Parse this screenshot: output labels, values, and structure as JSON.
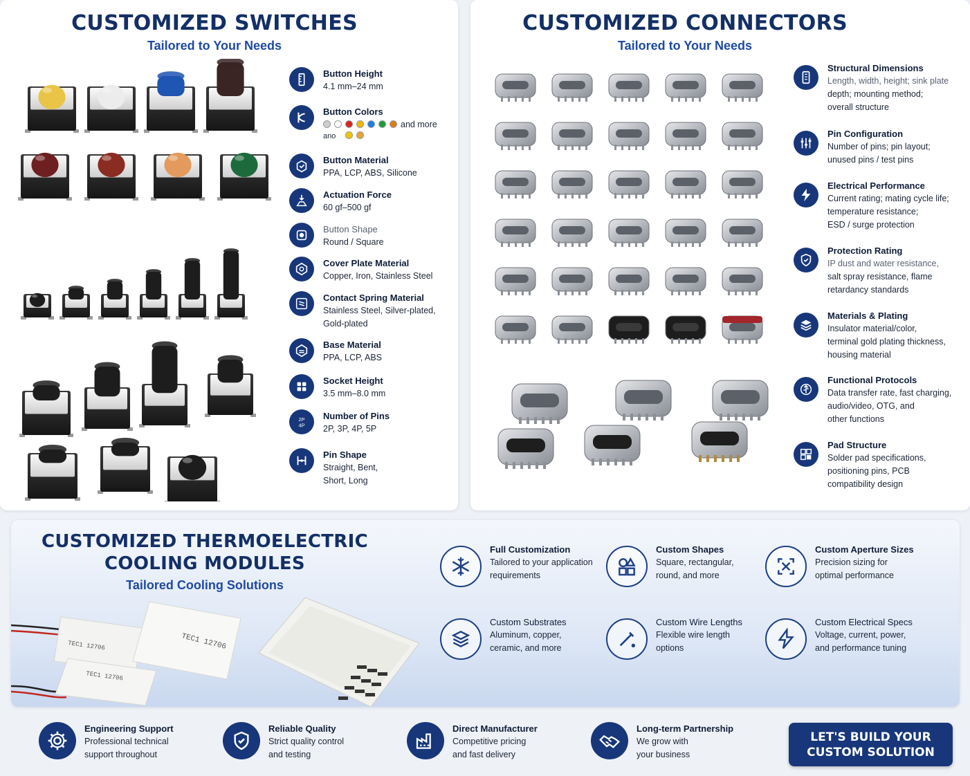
{
  "switches": {
    "title": "CUSTOMIZED SWITCHES",
    "subtitle": "Tailored to Your Needs",
    "features": [
      {
        "heading": "Button Height",
        "text": "4.1 mm–24 mm",
        "icon": "ruler-icon"
      },
      {
        "heading": "Button Colors",
        "text": "and more",
        "icon": "palette-icon"
      },
      {
        "heading": "Button Material",
        "text": "PPA, LCP, ABS, Silicone",
        "icon": "material-icon"
      },
      {
        "heading": "Actuation Force",
        "text": "60 gf–500 gf",
        "icon": "force-icon"
      },
      {
        "heading": "Button Shape",
        "text": "Round / Square",
        "icon": "shape-icon"
      },
      {
        "heading": "Cover Plate Material",
        "text": "Copper, Iron, Stainless Steel",
        "icon": "plate-icon"
      },
      {
        "heading": "Contact Spring Material",
        "text": "Stainless Steel, Silver-plated,",
        "text2": "Gold-plated",
        "icon": "spring-icon"
      },
      {
        "heading": "Base Material",
        "text": "PPA, LCP, ABS",
        "icon": "base-icon"
      },
      {
        "heading": "Socket Height",
        "text": "3.5 mm–8.0 mm",
        "icon": "socket-icon"
      },
      {
        "heading": "Number of Pins",
        "text": "2P, 3P, 4P, 5P",
        "icon": "pins-icon"
      },
      {
        "heading": "Pin Shape",
        "text": "Straight, Bent,",
        "text2": "Short, Long",
        "icon": "pin-shape-icon"
      }
    ],
    "color_swatches": [
      "#cfcfcf",
      "#ffffff",
      "#d8261f",
      "#f2b705",
      "#1d7fe0",
      "#1e9a3a",
      "#e07d16"
    ],
    "color_swatches_row2": [
      "#f2c400",
      "#e8a437"
    ],
    "color_row2_text": "ano",
    "button_caps_row1": [
      "#e9c447",
      "#ececec",
      "#1f55b3",
      "#3a2424"
    ],
    "button_caps_row2": [
      "#6e2020",
      "#8a2c22",
      "#e39a5c",
      "#1d6b3d"
    ]
  },
  "connectors": {
    "title": "CUSTOMIZED CONNECTORS",
    "subtitle": "Tailored to Your Needs",
    "features": [
      {
        "heading": "Structural Dimensions",
        "lines": [
          "Length, width, height; sink plate",
          "depth; mounting method;",
          "overall structure"
        ],
        "icon": "dimensions-icon"
      },
      {
        "heading": "Pin Configuration",
        "lines": [
          "Number of pins; pin layout;",
          "unused pins / test pins"
        ],
        "icon": "pin-config-icon"
      },
      {
        "heading": "Electrical Performance",
        "lines": [
          "Current rating; mating cycle life;",
          "temperature resistance;",
          "ESD / surge protection"
        ],
        "icon": "lightning-icon"
      },
      {
        "heading": "Protection Rating",
        "lines": [
          "IP dust and water resistance,",
          "salt spray resistance, flame",
          "retardancy standards"
        ],
        "icon": "shield-icon"
      },
      {
        "heading": "Materials & Plating",
        "lines": [
          "Insulator material/color,",
          "terminal gold plating thickness,",
          "housing material"
        ],
        "icon": "layers-icon"
      },
      {
        "heading": "Functional Protocols",
        "lines": [
          "Data transfer rate, fast charging,",
          "audio/video, OTG, and",
          "other functions"
        ],
        "icon": "usb-icon"
      },
      {
        "heading": "Pad Structure",
        "lines": [
          "Solder pad specifications,",
          "positioning pins, PCB",
          "compatibility design"
        ],
        "icon": "pad-icon"
      }
    ]
  },
  "cooling": {
    "title_line1": "CUSTOMIZED THERMOELECTRIC",
    "title_line2": "COOLING MODULES",
    "subtitle": "Tailored Cooling Solutions",
    "module_labels": [
      "TEC1 12706",
      "TEC1 12706",
      "TEC1 12706"
    ],
    "features": [
      {
        "heading": "Full Customization",
        "lines": [
          "Tailored to your application",
          "requirements"
        ],
        "icon": "snowflake-icon"
      },
      {
        "heading": "Custom Shapes",
        "lines": [
          "Square, rectangular,",
          "round, and more"
        ],
        "icon": "shapes-icon"
      },
      {
        "heading": "Custom Aperture Sizes",
        "lines": [
          "Precision sizing for",
          "optimal performance"
        ],
        "icon": "aperture-icon"
      },
      {
        "heading": "Custom Substrates",
        "lines": [
          "Aluminum, copper,",
          "ceramic, and more"
        ],
        "icon": "substrate-icon"
      },
      {
        "heading": "Custom Wire Lengths",
        "lines": [
          "Flexible wire length",
          "options"
        ],
        "icon": "wire-icon"
      },
      {
        "heading": "Custom Electrical Specs",
        "lines": [
          "Voltage, current, power,",
          "and performance tuning"
        ],
        "icon": "electrical-icon"
      }
    ]
  },
  "footer": {
    "items": [
      {
        "heading": "Engineering Support",
        "lines": [
          "Professional technical",
          "support throughout"
        ],
        "icon": "gear-icon"
      },
      {
        "heading": "Reliable Quality",
        "lines": [
          "Strict quality control",
          "and testing"
        ],
        "icon": "shield-check-icon"
      },
      {
        "heading": "Direct Manufacturer",
        "lines": [
          "Competitive pricing",
          "and fast delivery"
        ],
        "icon": "factory-icon"
      },
      {
        "heading": "Long-term Partnership",
        "lines": [
          "We grow with",
          "your business"
        ],
        "icon": "handshake-icon"
      }
    ],
    "cta_line1": "LET'S BUILD YOUR",
    "cta_line2": "CUSTOM SOLUTION"
  },
  "colors": {
    "navy": "#17377a",
    "title": "#132f66",
    "accent": "#1f4aa0"
  }
}
